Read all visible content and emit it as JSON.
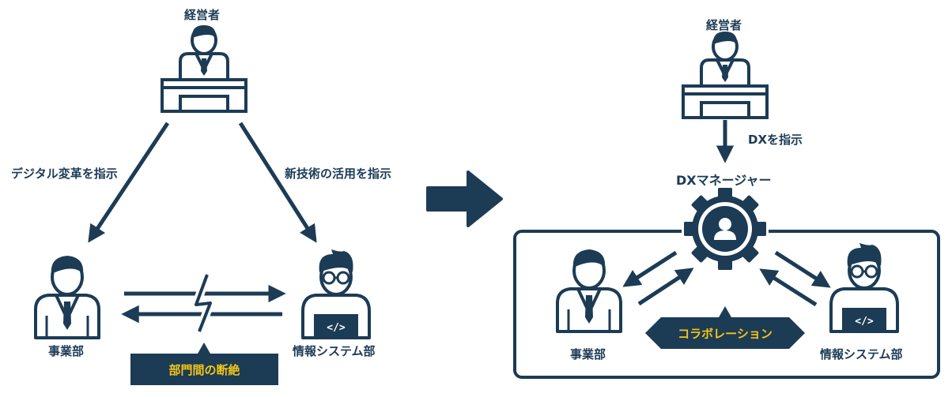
{
  "left": {
    "executive_label": "経営者",
    "instruction_left": "デジタル変革を指示",
    "instruction_right": "新技術の活用を指示",
    "business_label": "事業部",
    "it_label": "情報システム部",
    "disconnect_badge": "部門間の断絶"
  },
  "right": {
    "executive_label": "経営者",
    "dx_instruction": "DXを指示",
    "manager_label": "DXマネージャー",
    "business_label": "事業部",
    "it_label": "情報システム部",
    "collab_badge": "コラボレーション"
  },
  "colors": {
    "navy": "#1c3b55",
    "yellow": "#f3c614",
    "white": "#ffffff"
  }
}
